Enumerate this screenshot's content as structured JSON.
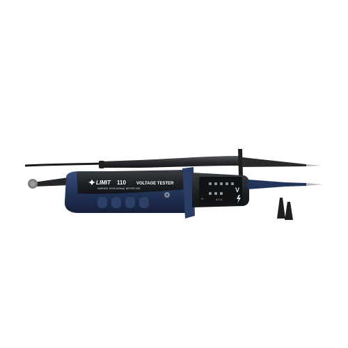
{
  "product": {
    "brand": "LIMIT",
    "model": "110",
    "name": "VOLTAGE TESTER",
    "warning": "WARNING: READ MANUAL BEFORE USE"
  },
  "display": {
    "labels": [
      "V~",
      "4 2 4",
      "V"
    ]
  },
  "colors": {
    "background": "#ffffff",
    "body_blue": "#22345a",
    "body_dark": "#1c1f24",
    "probe_black": "#2b2d30",
    "cable": "#1a1a1a"
  }
}
